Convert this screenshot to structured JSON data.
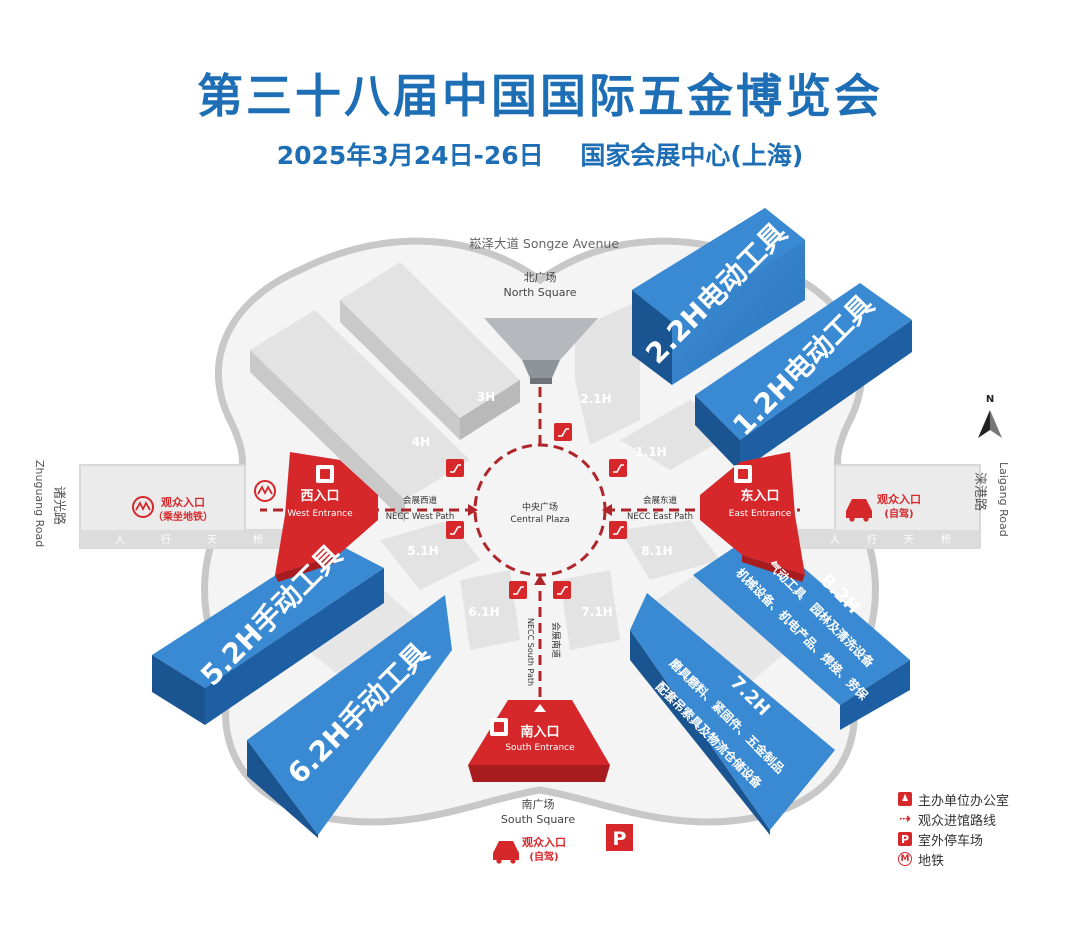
{
  "title": "第三十八届中国国际五金博览会",
  "subtitle": {
    "date": "2025年3月24日-26日",
    "venue": "国家会展中心(上海)"
  },
  "roads": {
    "north": "崧泽大道 Songze Avenue",
    "west_cn": "诸光路",
    "west_en": "Zhuguang Road",
    "east_cn": "涞港路",
    "east_en": "Laigang Road",
    "bridge_chars": [
      "人",
      "行",
      "天",
      "桥"
    ]
  },
  "squares": {
    "north_cn": "北广场",
    "north_en": "North Square",
    "south_cn": "南广场",
    "south_en": "South Square",
    "central_cn": "中央广场",
    "central_en": "Central Plaza"
  },
  "paths": {
    "west_cn": "会展西道",
    "west_en": "NECC West Path",
    "east_cn": "会展东道",
    "east_en": "NECC East Path",
    "south_cn": "会展南道",
    "south_en": "NECC South Path"
  },
  "halls": {
    "h3": "3H",
    "h4": "4H",
    "h2_1": "2.1H",
    "h1_1": "1.1H",
    "h5_1": "5.1H",
    "h8_1": "8.1H",
    "h6_1": "6.1H",
    "h7_1": "7.1H"
  },
  "exhibits": {
    "h2_2": "2.2H电动工具",
    "h1_2": "1.2H电动工具",
    "h5_2": "5.2H手动工具",
    "h6_2": "6.2H手动工具",
    "h8_2_num": "8.2H",
    "h8_2_line1": "气动工具　园林及清洗设备",
    "h8_2_line2": "机械设备、机电产品、焊接、劳保",
    "h7_2_num": "7.2H",
    "h7_2_line1": "磨具磨料、紧固件、五金制品",
    "h7_2_line2": "配套吊索具及物流仓储设备"
  },
  "entrances": {
    "west_cn": "西入口",
    "west_en": "West Entrance",
    "east_cn": "东入口",
    "east_en": "East Entrance",
    "south_cn": "南入口",
    "south_en": "South Entrance"
  },
  "visitor": {
    "label": "观众入口",
    "metro": "（乘坐地铁）",
    "drive": "(自驾)"
  },
  "north_arrow": "N",
  "legend": [
    {
      "icon": "organizer-office-icon",
      "label": "主办单位办公室"
    },
    {
      "icon": "visitor-route-icon",
      "label": "观众进馆路线"
    },
    {
      "icon": "parking-icon",
      "label": "室外停车场"
    },
    {
      "icon": "metro-icon",
      "label": "地铁"
    }
  ],
  "colors": {
    "accent_blue": "#2e7dc6",
    "accent_red": "#d6282b",
    "hall_grey": "#dcdcdc",
    "title_blue": "#1d6eb5"
  }
}
